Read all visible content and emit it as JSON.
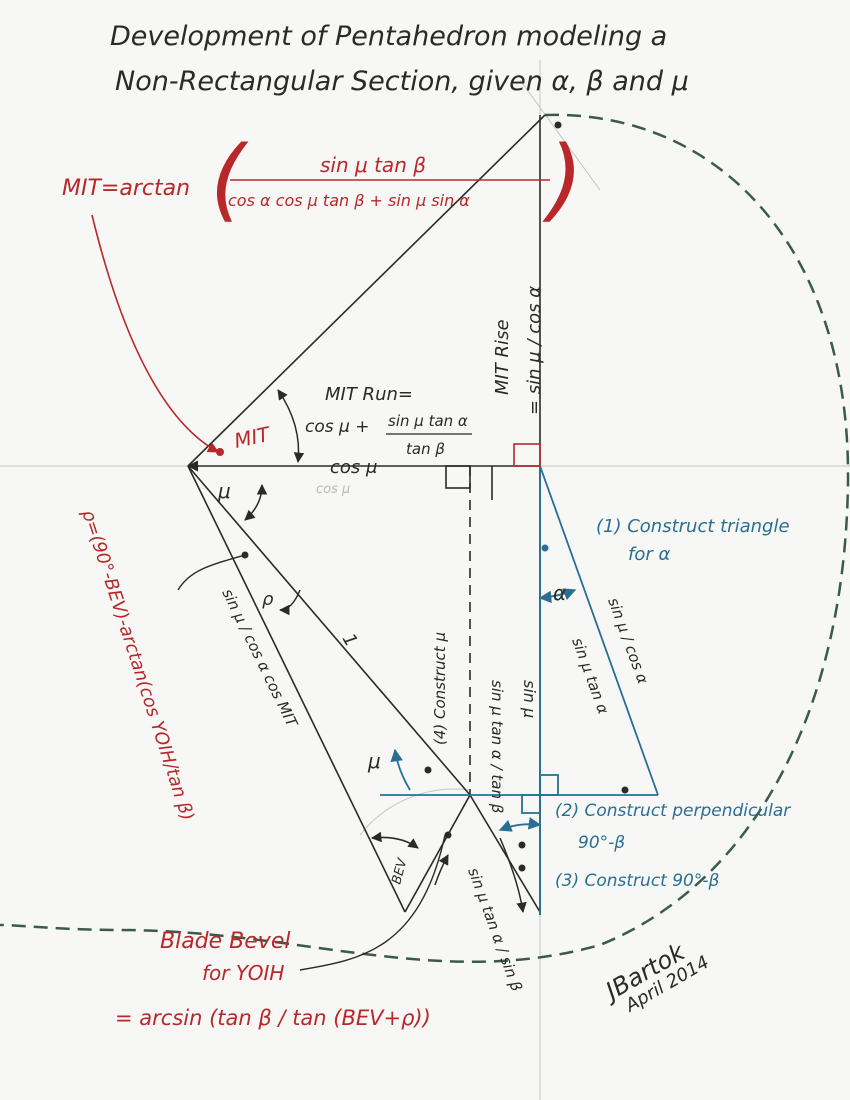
{
  "title": {
    "line1": "Development of Pentahedron modeling a",
    "line2": "Non-Rectangular Section, given α, β and μ"
  },
  "formulas": {
    "mit_lhs": "MIT=arctan",
    "mit_num": "sin μ tan β",
    "mit_den": "cos α cos μ tan β + sin μ sin α",
    "mit_rise_label": "MIT Rise",
    "mit_rise_value": "= sin μ / cos α",
    "mit_run_label": "MIT Run=",
    "mit_run_cos": "cos μ +",
    "mit_run_num": "sin μ tan α",
    "mit_run_den": "tan β",
    "rho_formula": "ρ=(90°-BEV)-arctan(cos YOIH/tan β)",
    "blade_bevel_line1": "Blade Bevel",
    "blade_bevel_line2": "for YOIH",
    "blade_bevel_line3": "= arcsin (tan β / tan (BEV+ρ))"
  },
  "labels": {
    "mit": "MIT",
    "cos_mu": "cos μ",
    "cos_mu_faint": "cos μ",
    "mu": "μ",
    "mu2": "μ",
    "rho": "ρ",
    "one": "1",
    "bev": "BEV",
    "alpha": "α",
    "sin_mu_cos_alpha_cos_mit": "sin μ / cos α cos MIT",
    "construct_mu": "(4) Construct μ",
    "sin_mu_tan_alpha_tan_beta": "sin μ tan α / tan β",
    "sin_mu": "sin μ",
    "sin_mu_tan_alpha": "sin μ tan α",
    "sin_mu_cos_alpha": "sin μ / cos α",
    "sin_mu_tan_alpha_sin_beta": "sin μ tan α / sin β",
    "step1_line1": "(1) Construct triangle",
    "step1_line2": "for α",
    "step2": "(2) Construct perpendicular",
    "ninety_minus_beta": "90°-β",
    "step3": "(3) Construct 90°-β"
  },
  "signature": {
    "name": "JBartok",
    "date": "April 2014"
  },
  "colors": {
    "ink": "#2a2a2a",
    "red": "#b8282b",
    "blue": "#2a6f93",
    "dashed_green": "#3a5a4a",
    "pencil": "#b9b9b9"
  }
}
